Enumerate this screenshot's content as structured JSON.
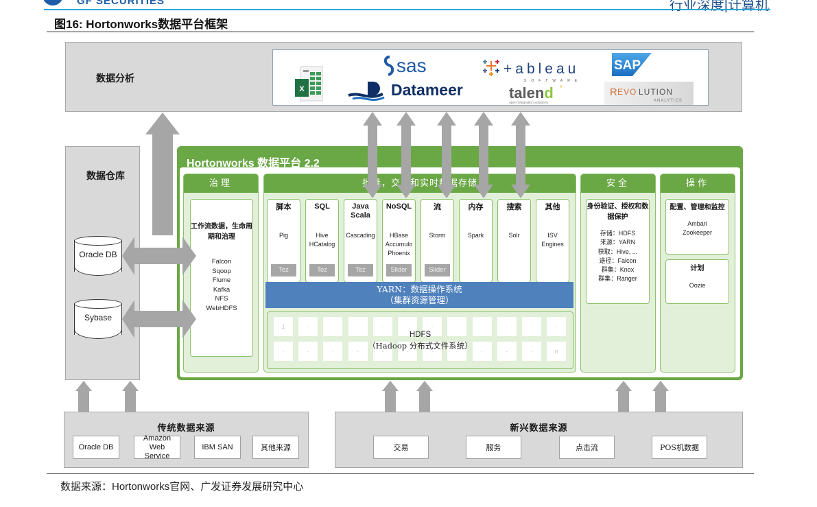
{
  "header": {
    "brand": "GF SECURITIES",
    "report_type": "行业深度|计算机",
    "figure_title": "图16:  Hortonworks数据平台框架"
  },
  "colors": {
    "platform_green": "#6aa745",
    "section_fill": "#e2efd9",
    "yarn_blue": "#4f81bd",
    "panel_gray": "#d9d9d9",
    "arrow_gray": "#a6a6a6",
    "header_blue": "#2aa5dd"
  },
  "analysis": {
    "label": "数据分析",
    "logos": [
      {
        "name": "Microsoft Excel",
        "icon": "excel-icon"
      },
      {
        "name": "sas",
        "icon": "sas-icon"
      },
      {
        "name": "Datameer",
        "icon": "datameer-icon"
      },
      {
        "name": "+ableau",
        "sub": "SOFTWARE",
        "icon": "tableau-icon"
      },
      {
        "name": "talend",
        "sub": "open integration solutions",
        "icon": "talend-icon"
      },
      {
        "name": "SAP",
        "icon": "sap-icon"
      },
      {
        "name": "REVOLUTION",
        "sub": "ANALYTICS",
        "icon": "revolution-icon"
      }
    ]
  },
  "warehouse": {
    "label": "数据仓库",
    "databases": [
      "Oracle DB",
      "Sybase"
    ]
  },
  "platform": {
    "title": "Hortonworks 数据平台 2.2",
    "governance": {
      "header": "治理",
      "card_title": "工作流数据，生命周期和治理",
      "items": [
        "Falcon",
        "Sqoop",
        "Flume",
        "Kafka",
        "NFS",
        "WebHDFS"
      ]
    },
    "storage": {
      "header": "批量，交互和实时数据存储",
      "engines": [
        {
          "title": "脚本",
          "items": [
            "Pig"
          ],
          "tag": "Tez"
        },
        {
          "title": "SQL",
          "items": [
            "Hive",
            "HCatalog"
          ],
          "tag": "Tez"
        },
        {
          "title": "Java Scala",
          "items": [
            "Cascading"
          ],
          "tag": "Tez"
        },
        {
          "title": "NoSQL",
          "items": [
            "HBase",
            "Accumulo",
            "Phoenix"
          ],
          "tag": "Slider"
        },
        {
          "title": "流",
          "items": [
            "Storm"
          ],
          "tag": "Slider"
        },
        {
          "title": "内存",
          "items": [
            "Spark"
          ],
          "tag": ""
        },
        {
          "title": "搜索",
          "items": [
            "Solr"
          ],
          "tag": ""
        },
        {
          "title": "其他",
          "items": [
            "ISV",
            "Engines"
          ],
          "tag": ""
        }
      ],
      "yarn_line1": "YARN：数据操作系统",
      "yarn_line2": "（集群资源管理）",
      "hdfs_line1": "HDFS",
      "hdfs_line2": "（Hadoop 分布式文件系统）",
      "hdfs_first": "1",
      "hdfs_last": "n",
      "hdfs_filler": "·"
    },
    "security": {
      "header": "安全",
      "card_title": "身份验证、授权和数据保护",
      "items": [
        "存储：HDFS",
        "来源：YARN",
        "获取：Hive, ...",
        "途径：Falcon",
        "群集：Knox",
        "群集：Ranger"
      ]
    },
    "operations": {
      "header": "操作",
      "card1_title": "配置、管理和监控",
      "card1_items": [
        "Ambari",
        "Zookeeper"
      ],
      "card2_title": "计划",
      "card2_items": [
        "Oozie"
      ]
    }
  },
  "legacy_sources": {
    "title": "传统数据来源",
    "items": [
      "Oracle DB",
      "Amazon Web Service",
      "IBM SAN",
      "其他来源"
    ]
  },
  "emerging_sources": {
    "title": "新兴数据来源",
    "items": [
      "交易",
      "服务",
      "点击流",
      "POS机数据"
    ]
  },
  "footer": {
    "source": "数据来源：Hortonworks官网、广发证券发展研究中心"
  }
}
